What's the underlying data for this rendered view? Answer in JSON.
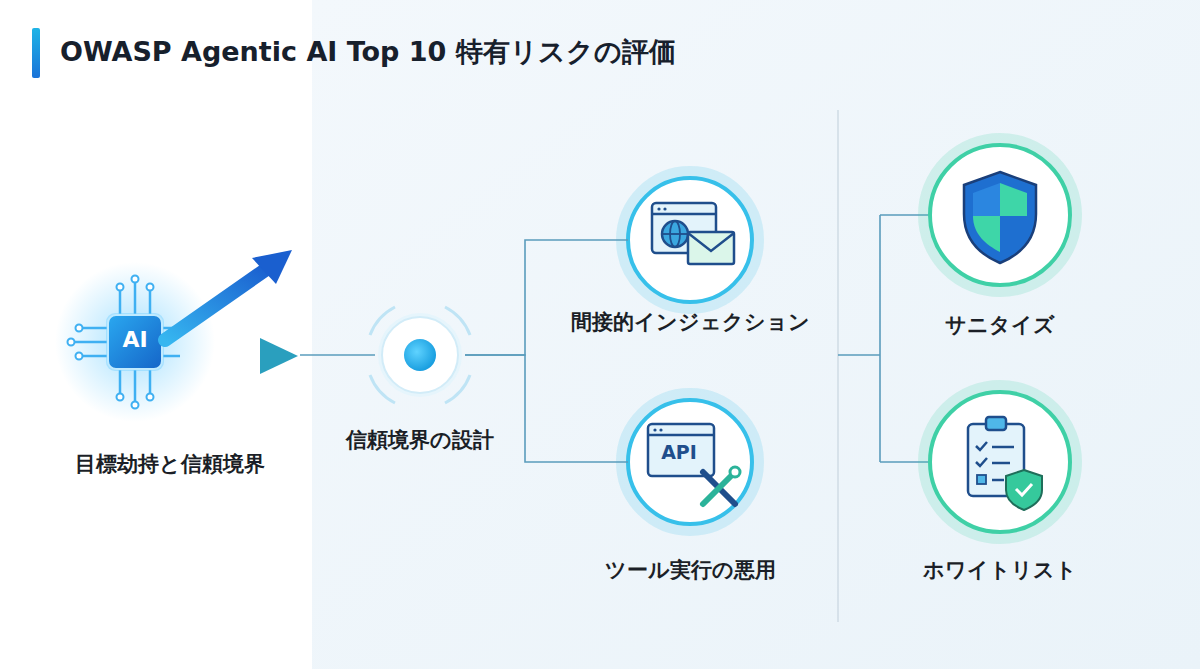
{
  "diagram": {
    "title": "OWASP Agentic AI Top 10 特有リスクの評価",
    "nodes": [
      {
        "text": [
          "AI",
          "目標劫持と信頼境界"
        ]
      },
      {
        "text": [
          "信頼境界の設計"
        ]
      },
      {
        "text": [
          "間接的インジェクション"
        ]
      },
      {
        "text": [
          "API",
          "ツール実行の悪用"
        ]
      },
      {
        "text": [
          "サニタイズ"
        ]
      },
      {
        "text": [
          "ホワイトリスト"
        ]
      }
    ],
    "edges": [
      {
        "from": 0,
        "to": 1,
        "arrow": "none"
      },
      {
        "from": 1,
        "to": 2,
        "arrow": "none"
      },
      {
        "from": 1,
        "to": 3,
        "arrow": "none"
      }
    ]
  }
}
